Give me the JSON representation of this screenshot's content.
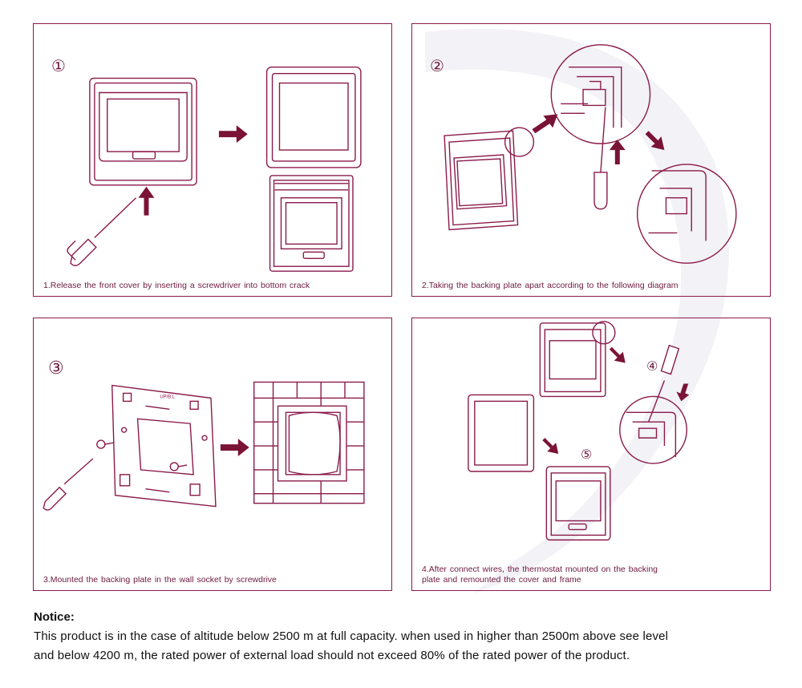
{
  "colors": {
    "accent": "#8a1a4a",
    "caption": "#6d1a3e",
    "text": "#111111"
  },
  "steps": [
    {
      "number": "①",
      "caption": "1.Release the front cover by inserting a screwdriver into bottom crack"
    },
    {
      "number": "②",
      "caption": "2.Taking the backing plate apart according to the following diagram"
    },
    {
      "number": "③",
      "caption": "3.Mounted the backing plate in the wall socket by screwdrive"
    },
    {
      "number_a": "④",
      "number_b": "⑤",
      "caption_line1": "4.After connect wires, the thermostat mounted on the backing",
      "caption_line2": "plate and remounted the cover and frame"
    }
  ],
  "plate_label": "UP/B.L",
  "notice": {
    "title": "Notice:",
    "line1": "This product is in the case of altitude below 2500 m at full capacity. when used in higher than 2500m above see level",
    "line2": "and below 4200 m, the rated power of external load should not exceed 80% of the rated power of the product."
  },
  "icons": [
    "screwdriver-icon",
    "arrow-right-icon",
    "arrow-up-icon",
    "arrow-down-right-icon"
  ]
}
